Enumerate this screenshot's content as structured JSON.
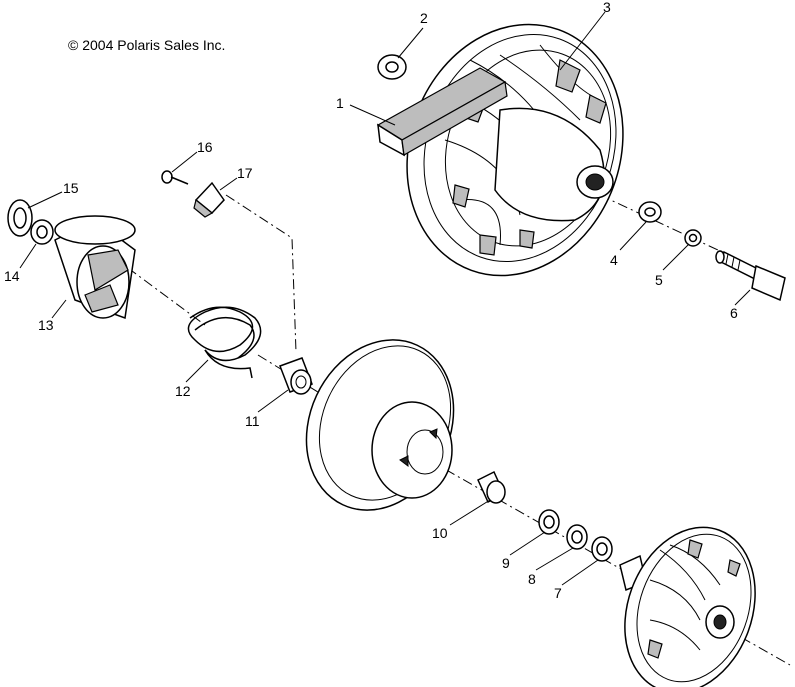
{
  "copyright": "© 2004 Polaris Sales Inc.",
  "callouts": [
    "1",
    "2",
    "3",
    "4",
    "5",
    "6",
    "7",
    "8",
    "9",
    "10",
    "11",
    "12",
    "13",
    "14",
    "15",
    "16",
    "17"
  ]
}
